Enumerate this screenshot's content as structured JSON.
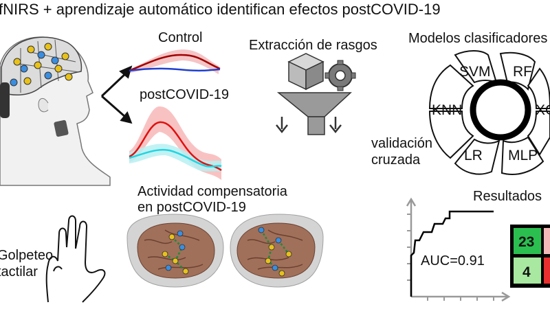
{
  "title": "fNIRS + aprendizaje automático identifican efectos postCOVID-19",
  "signals": {
    "control_label": "Control",
    "postcovid_label": "postCOVID-19"
  },
  "feature_extraction": {
    "label": "Extracción de rasgos"
  },
  "classifiers": {
    "label": "Modelos clasificadores",
    "models": [
      "SVM",
      "RF",
      "KNN",
      "XG",
      "LR",
      "MLP"
    ]
  },
  "cross_validation": {
    "label": "validación\ncruzada"
  },
  "compensatory": {
    "label": "Actividad compensatoria\nen postCOVID-19"
  },
  "results": {
    "label": "Resultados",
    "auc": "AUC=0.91",
    "confusion_matrix": [
      "23",
      "4"
    ]
  },
  "task": {
    "label": "Golpeteo\ntactilar"
  },
  "colors": {
    "oxy": "#c00000",
    "deoxy_control": "#1f3fd0",
    "deoxy_postcovid": "#22d4e0",
    "brain": "#a0705a",
    "cm_high": "#2bbf50",
    "cm_low": "#a8e8a0"
  }
}
